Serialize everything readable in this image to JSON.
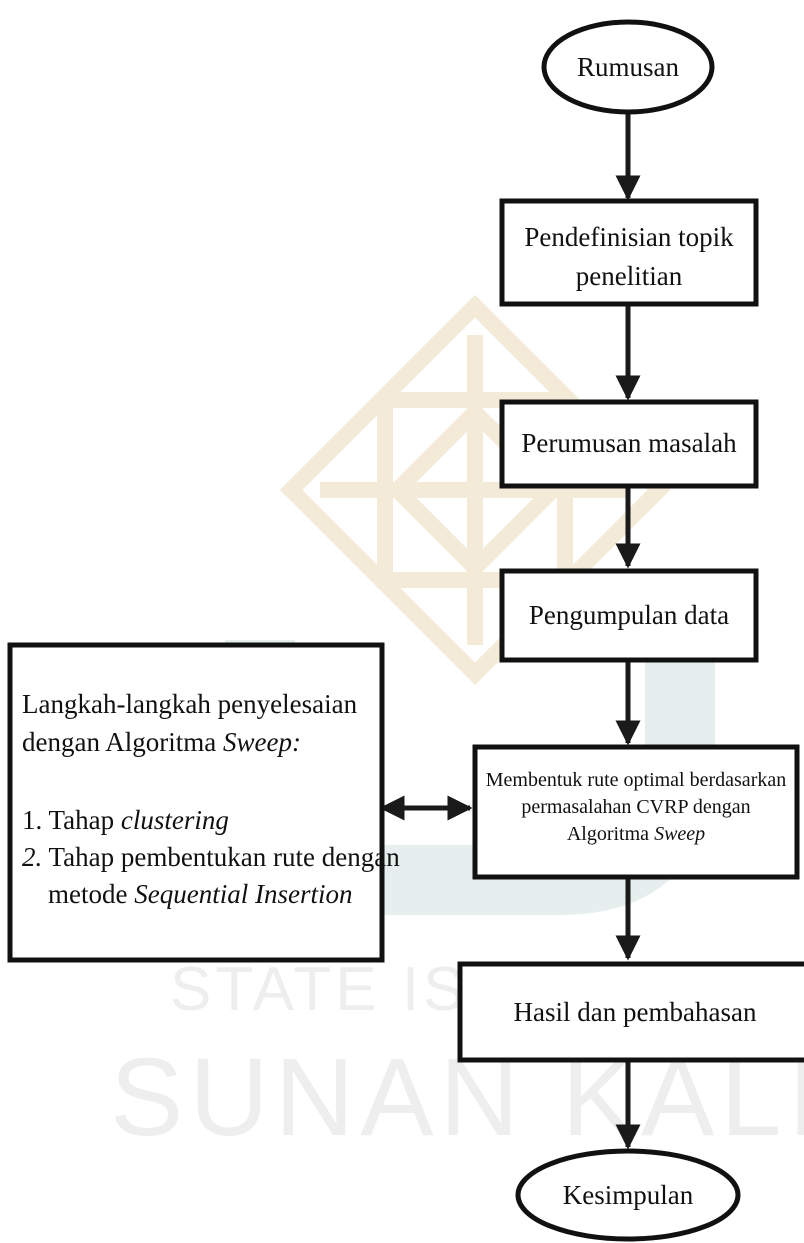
{
  "watermark": {
    "line1": "STATE ISLAMIC UNIVERSITY",
    "line2": "SUNAN KALIJAGA"
  },
  "flowchart": {
    "nodes": {
      "rumusan": "Rumusan",
      "pendefinisian_line1": "Pendefinisian topik",
      "pendefinisian_line2": "penelitian",
      "perumusan": "Perumusan masalah",
      "pengumpulan": "Pengumpulan data",
      "membentuk_line1": "Membentuk rute optimal berdasarkan",
      "membentuk_line2": "permasalahan CVRP dengan",
      "membentuk_line3_prefix": "Algoritma ",
      "membentuk_line3_italic": "Sweep",
      "hasil": "Hasil dan pembahasan",
      "kesimpulan": "Kesimpulan"
    },
    "side_box": {
      "line1": "Langkah-langkah penyelesaian",
      "line2_prefix": "dengan Algoritma ",
      "line2_italic": "Sweep:",
      "item1_prefix": "1. Tahap ",
      "item1_italic": "clustering",
      "item2_number": "2.",
      "item2_text": " Tahap pembentukan rute dengan",
      "item2_line2_prefix": "metode ",
      "item2_line2_italic": "Sequential Insertion"
    }
  }
}
